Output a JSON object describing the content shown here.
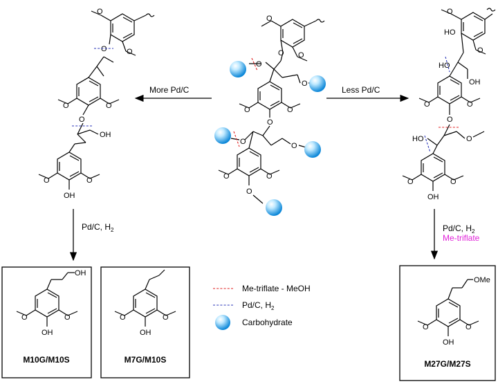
{
  "arrows": {
    "more": "More Pd/C",
    "less": "Less Pd/C",
    "left_down": "Pd/C, H",
    "left_down_sub": "2",
    "right_down": "Pd/C, H",
    "right_down_sub": "2",
    "right_down_reagent": "Me-triflate"
  },
  "atoms": {
    "O": "O",
    "OH": "OH",
    "HO": "HO",
    "OMe": "OMe"
  },
  "products": [
    {
      "label": "M10G/M10S"
    },
    {
      "label": "M7G/M10S"
    },
    {
      "label": "M27G/M27S"
    }
  ],
  "legend": {
    "red": "Me-triflate - MeOH",
    "blue": "Pd/C, H",
    "blue_sub": "2",
    "ball": "Carbohydrate"
  },
  "colors": {
    "red_cut": "#e02020",
    "blue_cut": "#2a36b8",
    "reagent_magenta": "#e020d8",
    "ball_light": "#bfe9ff",
    "ball_dark": "#0a86d8"
  }
}
